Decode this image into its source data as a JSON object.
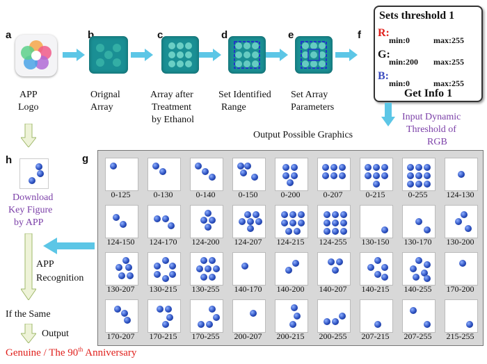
{
  "panels": {
    "a": {
      "letter": "a",
      "caption_l1": "APP",
      "caption_l2": "Logo"
    },
    "b": {
      "letter": "b",
      "caption_l1": "Orignal",
      "caption_l2": "Array"
    },
    "c": {
      "letter": "c",
      "caption_l1": "Array after",
      "caption_l2": "Treatment",
      "caption_l3": "by Ethanol"
    },
    "d": {
      "letter": "d",
      "caption_l1": "Set Identified",
      "caption_l2": "Range"
    },
    "e": {
      "letter": "e",
      "caption_l1": "Set Array",
      "caption_l2": "Parameters"
    },
    "f": {
      "letter": "f",
      "title": "Sets threshold 1",
      "r_label": "R:",
      "r_min": "min:0",
      "r_max": "max:255",
      "g_label": "G:",
      "g_min": "min:200",
      "g_max": "max:255",
      "b_label": "B:",
      "b_min": "min:0",
      "b_max": "max:255",
      "button": "Get Info 1"
    },
    "g": {
      "letter": "g"
    },
    "h": {
      "letter": "h",
      "caption_l1": "Download",
      "caption_l2": "Key Figure",
      "caption_l3": "by APP"
    }
  },
  "flow": {
    "input_l1": "Input Dynamic",
    "input_l2": "Threshold of",
    "input_l3": "RGB",
    "output_graphics": "Output Possible Graphics",
    "app_recognition_l1": "APP",
    "app_recognition_l2": "Recognition",
    "if_same": "If  the Same",
    "output": "Output",
    "result_prefix": "Genuine / The 90",
    "result_sup": "th",
    "result_suffix": " Anniversary"
  },
  "colors": {
    "arrow": "#5cc6e6",
    "green_arrow": "#b5d67a",
    "tile": "#1a8f94",
    "red": "#e0201c",
    "purple": "#7b3fa8",
    "blue": "#3b4cc0"
  },
  "grid_labels": [
    "0-125",
    "0-130",
    "0-140",
    "0-150",
    "0-200",
    "0-207",
    "0-215",
    "0-255",
    "124-130",
    "124-150",
    "124-170",
    "124-200",
    "124-207",
    "124-215",
    "124-255",
    "130-150",
    "130-170",
    "130-200",
    "130-207",
    "130-215",
    "130-255",
    "140-170",
    "140-200",
    "140-207",
    "140-215",
    "140-255",
    "170-200",
    "170-207",
    "170-215",
    "170-255",
    "200-207",
    "200-215",
    "200-255",
    "207-215",
    "207-255",
    "215-255"
  ]
}
